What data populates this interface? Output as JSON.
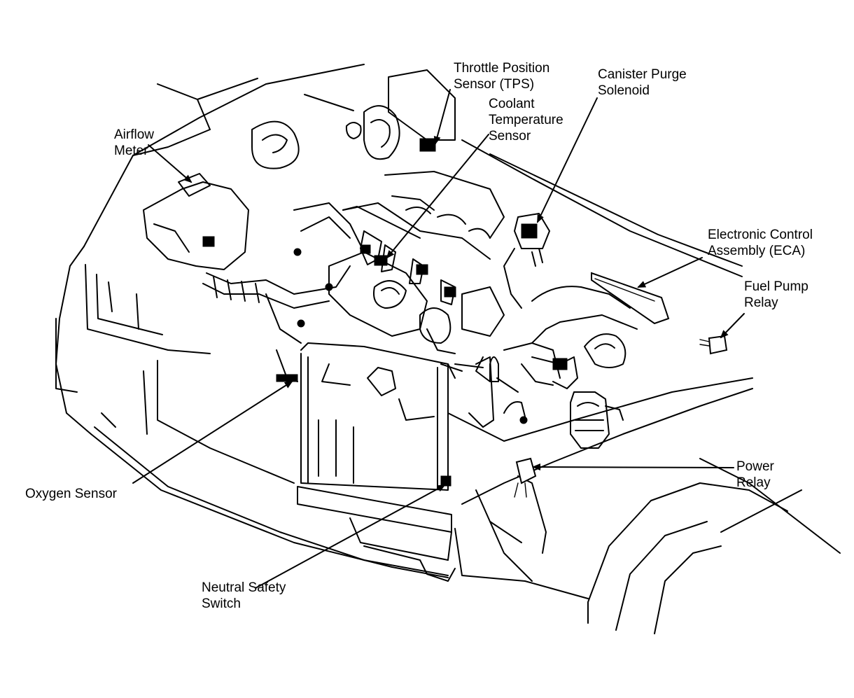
{
  "labels": {
    "tps": [
      "Throttle Position",
      "Sensor (TPS)"
    ],
    "canister": [
      "Canister Purge",
      "Solenoid"
    ],
    "coolant": [
      "Coolant",
      "Temperature",
      "Sensor"
    ],
    "airflow": [
      "Airflow",
      "Meter"
    ],
    "eca": [
      "Electronic Control",
      "Assembly (ECA)"
    ],
    "fuel_pump": [
      "Fuel Pump",
      "Relay"
    ],
    "power_relay": [
      "Power",
      "Relay"
    ],
    "oxygen": [
      "Oxygen Sensor"
    ],
    "neutral": [
      "Neutral Safety",
      "Switch"
    ]
  }
}
